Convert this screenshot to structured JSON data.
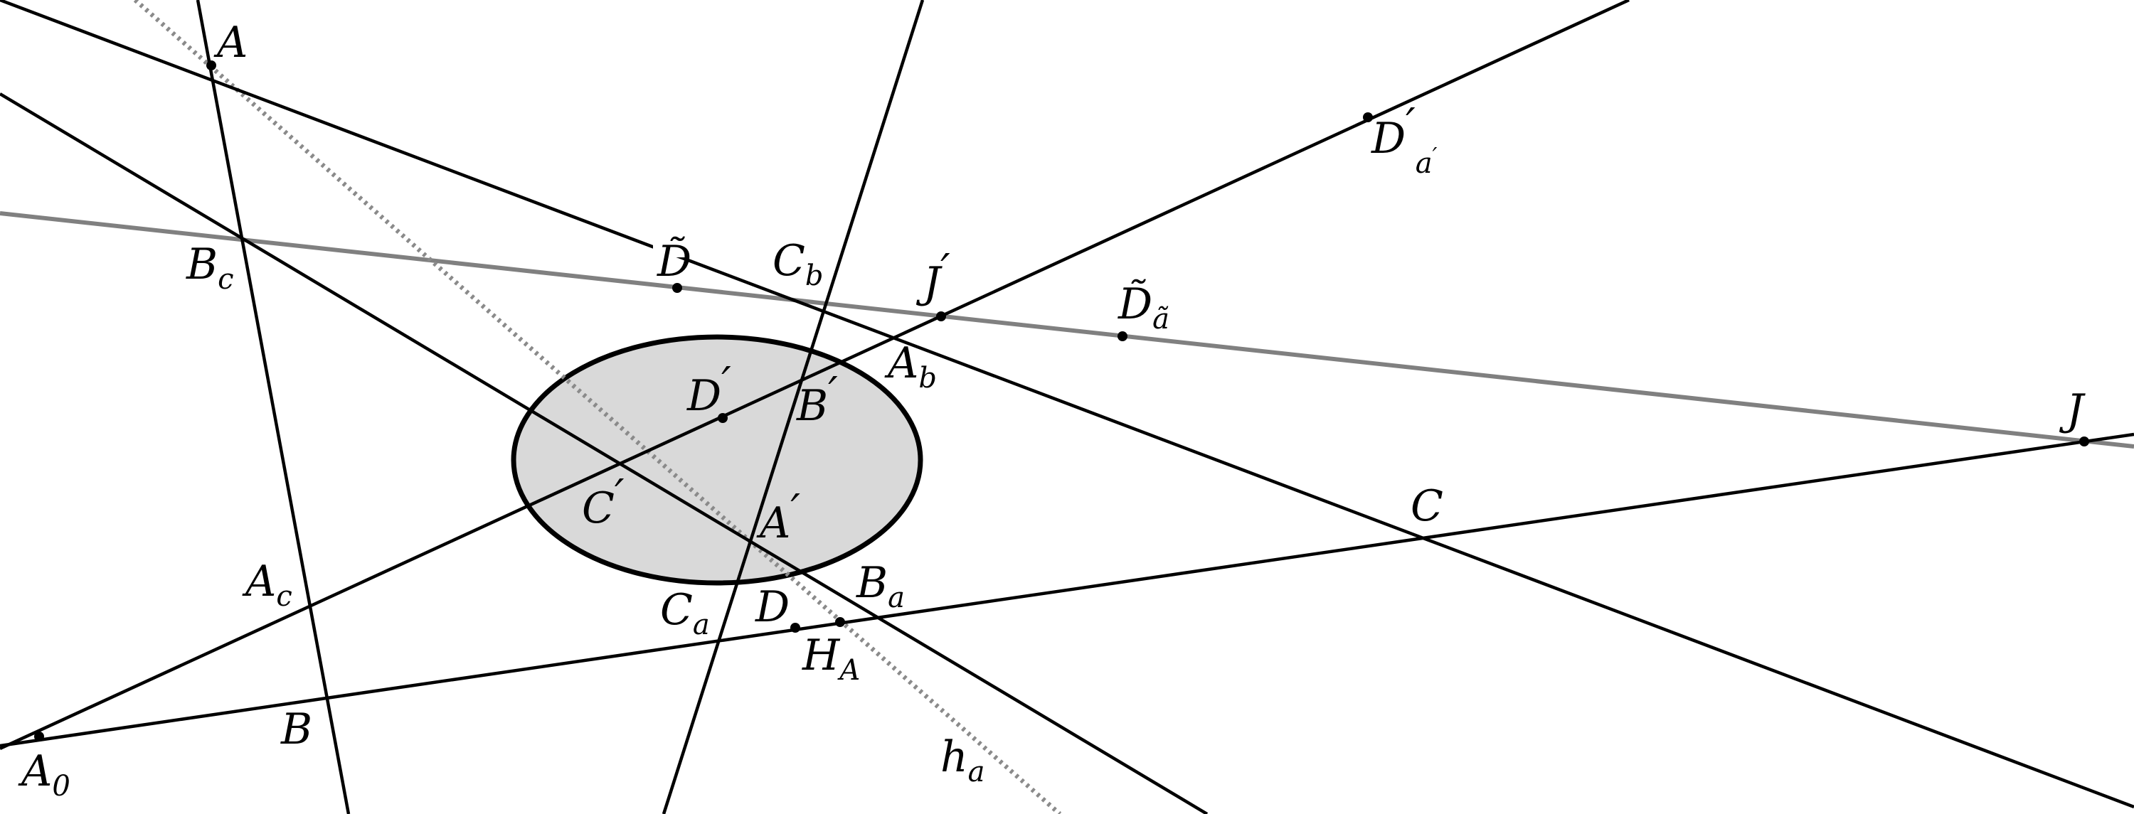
{
  "colors": {
    "line": "#000000",
    "gray_line": "#808080",
    "dotted_line": "#8a8a8a",
    "ellipse_fill": "#d9d9d9",
    "background": "#ffffff"
  },
  "labels": {
    "A": {
      "base": "A"
    },
    "B": {
      "base": "B"
    },
    "C": {
      "base": "C"
    },
    "D": {
      "base": "D"
    },
    "J": {
      "base": "J"
    },
    "A0": {
      "base": "A",
      "sub": "0"
    },
    "Ab": {
      "base": "A",
      "sub": "b"
    },
    "Ac": {
      "base": "A",
      "sub": "c"
    },
    "Ba": {
      "base": "B",
      "sub": "a"
    },
    "Bc": {
      "base": "B",
      "sub": "c"
    },
    "Ca": {
      "base": "C",
      "sub": "a"
    },
    "Cb": {
      "base": "C",
      "sub": "b"
    },
    "HA": {
      "base": "H",
      "sub": "A"
    },
    "ha": {
      "base": "h",
      "sub": "a"
    },
    "Aprime": {
      "base": "A",
      "sup": "′"
    },
    "Bprime": {
      "base": "B",
      "sup": "′"
    },
    "Cprime": {
      "base": "C",
      "sup": "′"
    },
    "Dprime": {
      "base": "D",
      "sup": "′"
    },
    "Jprime": {
      "base": "J",
      "sup": "′"
    },
    "Dtilde": {
      "base": "D̃"
    },
    "Dtilde_atilde": {
      "base": "D̃",
      "sub": "ã"
    },
    "Dprime_aprime": {
      "base": "D",
      "sup": "′",
      "sub": "a",
      "subsup": "′"
    }
  }
}
